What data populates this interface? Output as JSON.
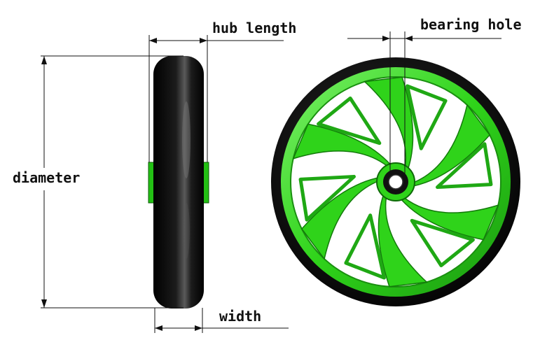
{
  "labels": {
    "hub_length": "hub length",
    "bearing_hole": "bearing hole",
    "diameter": "diameter",
    "width": "width"
  },
  "colors": {
    "tire": "#0a0a0a",
    "rim": "#2fd31a",
    "rim_dark": "#1a8f10",
    "rim_light": "#8af57a",
    "background": "#ffffff"
  }
}
